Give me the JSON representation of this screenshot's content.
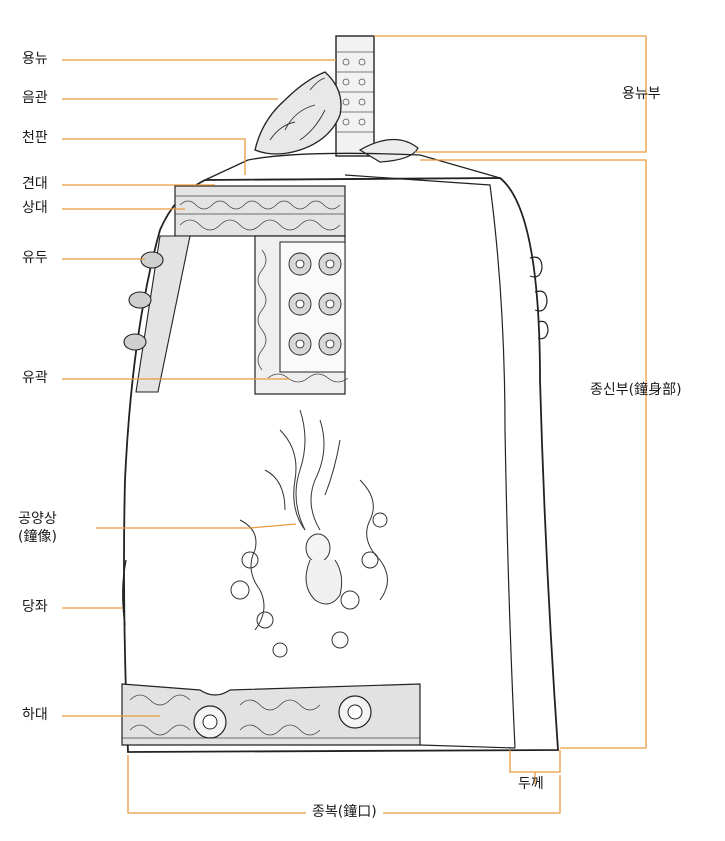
{
  "colors": {
    "leader": "#e89a3c",
    "ink": "#222222",
    "background": "#ffffff"
  },
  "labels": {
    "yongnyu": "용뉴",
    "eumgwan": "음관",
    "cheonpan": "천판",
    "gyeondae": "견대",
    "sangdae": "상대",
    "yudu": "유두",
    "yugwak": "유곽",
    "gongyangsang_line1": "공양상",
    "gongyangsang_line2": "(鐘像)",
    "dangjwa": "당좌",
    "hadae": "하대",
    "yongnyubu": "용뉴부",
    "jongsinbu": "종신부(鐘身部)",
    "dukke": "두께",
    "jongbok": "종복(鐘口)"
  }
}
